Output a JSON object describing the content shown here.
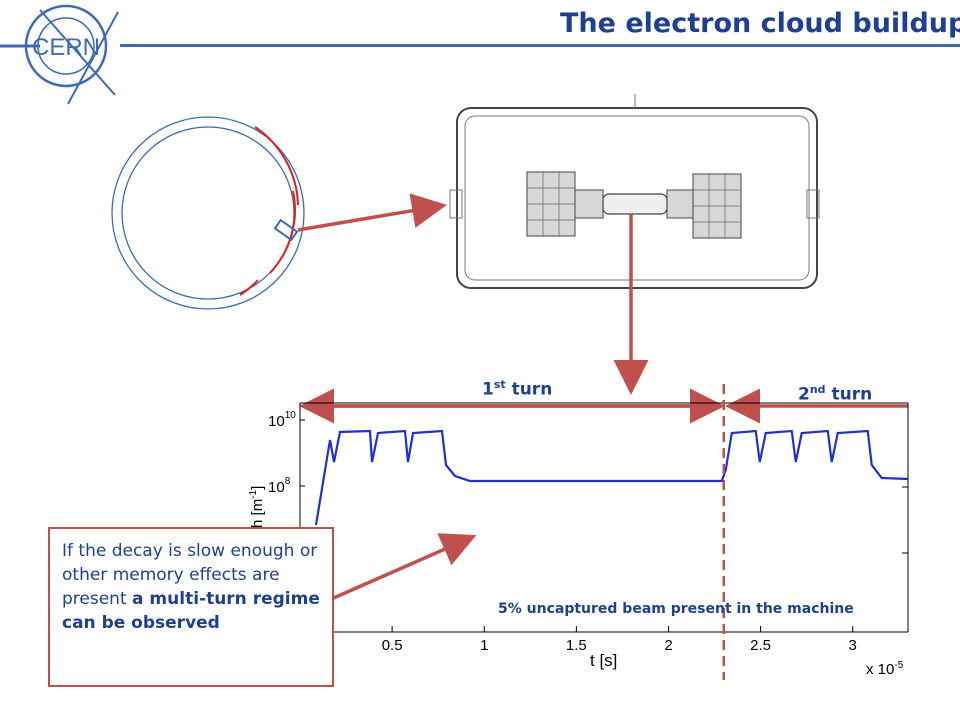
{
  "header": {
    "title": "The electron cloud buildup",
    "logo_text": "CERN",
    "rule_color": "#3d6bb3"
  },
  "labels": {
    "first_turn": "1",
    "first_turn_sup": "st",
    "first_turn_word": "turn",
    "second_turn": "2",
    "second_turn_sup": "nd",
    "second_turn_word": "turn",
    "uncaptured_note": "5% uncaptured beam present in the machine"
  },
  "callout": {
    "text_plain": "If the decay is slow enough or other memory effects are present ",
    "text_bold": "a multi-turn regime can be observed",
    "border_color": "#c0504d"
  },
  "chart_data": {
    "type": "line",
    "xlabel": "t [s]",
    "ylabel": "r unit length [m",
    "ylabel_sup": "-1",
    "ylabel_end": "]",
    "x_scale_label": "x 10",
    "x_scale_sup": "-5",
    "x_ticks": [
      "0.5",
      "1",
      "1.5",
      "2",
      "2.5",
      "3"
    ],
    "y_ticks": [
      {
        "base": "10",
        "exp": "10"
      },
      {
        "base": "10",
        "exp": "8"
      }
    ],
    "series_color": "#1f2fd0",
    "turn_boundary": 2.3
  }
}
